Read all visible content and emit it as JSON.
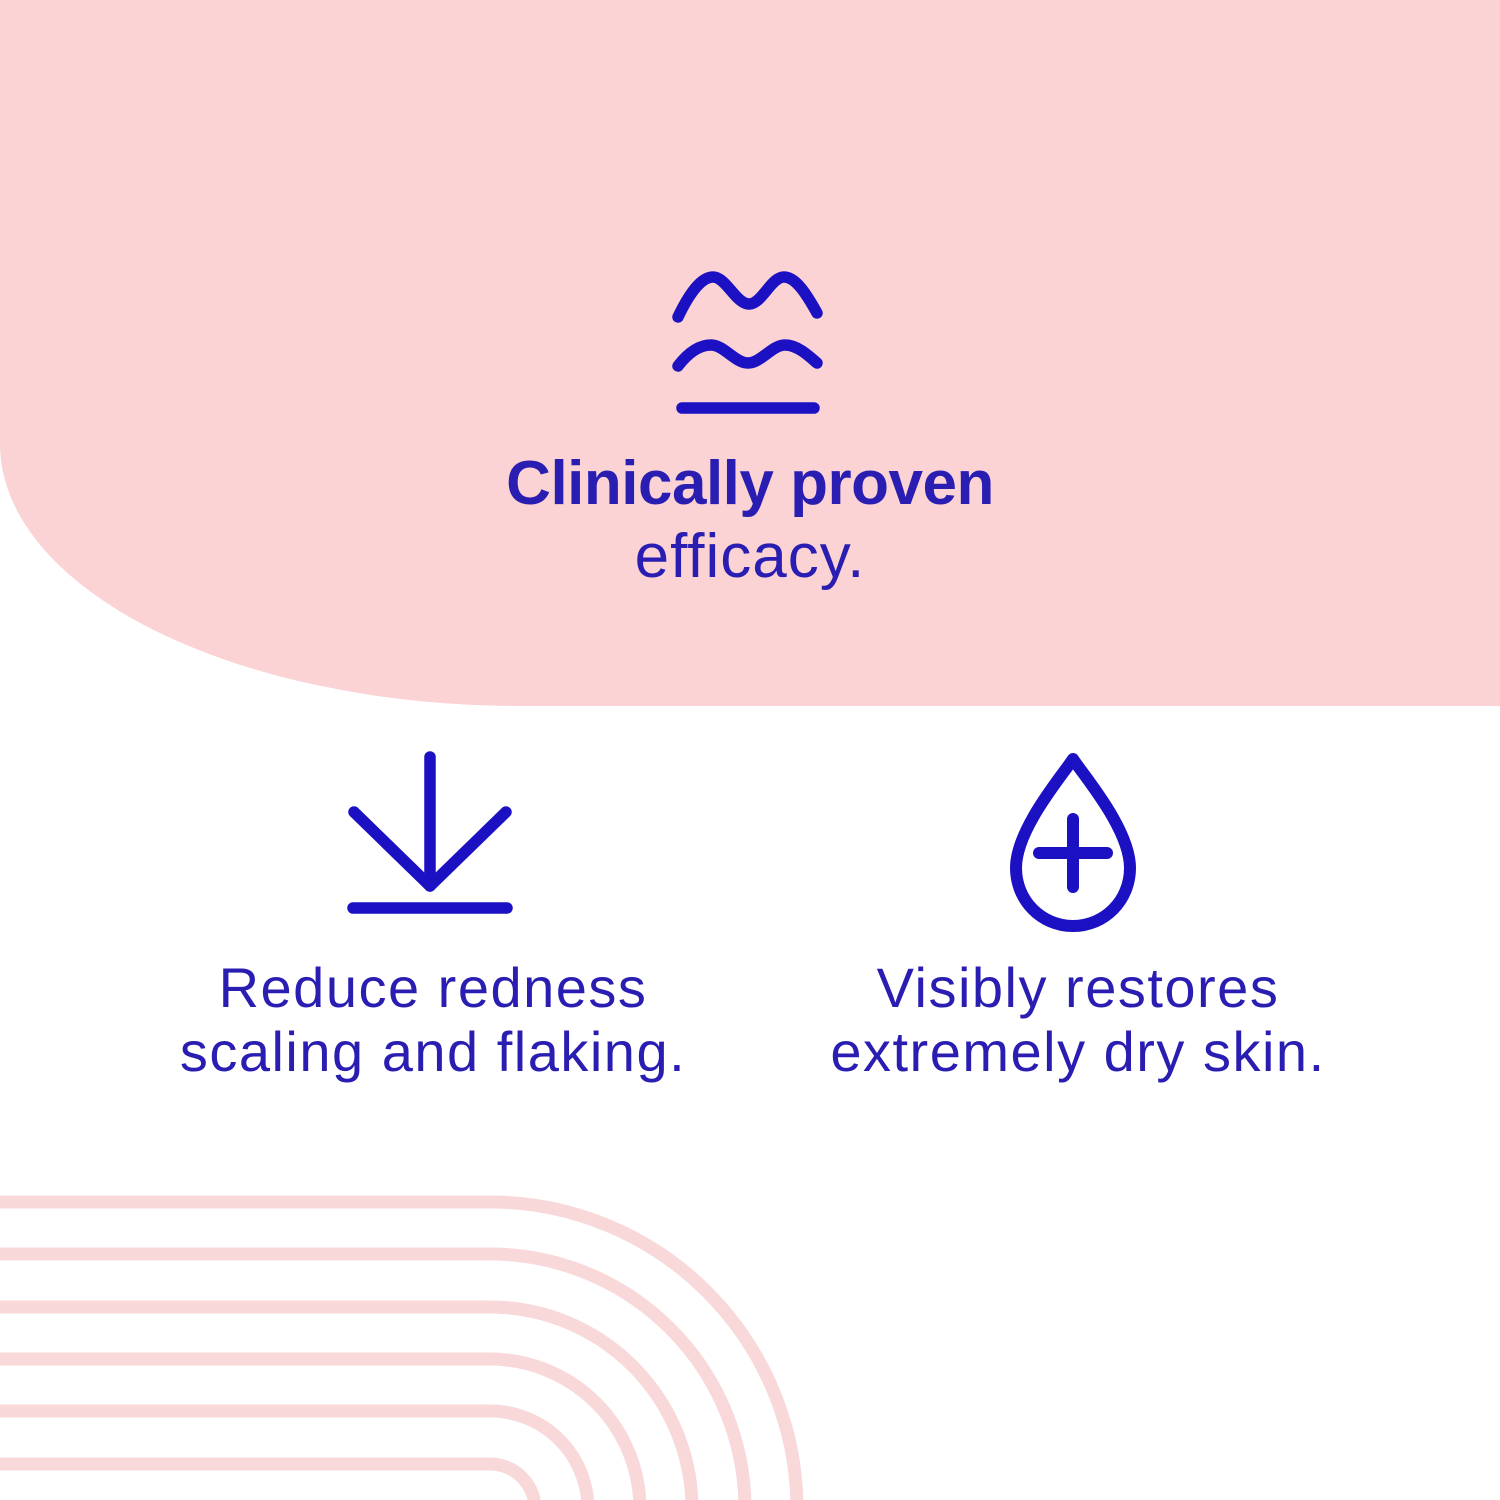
{
  "background": {
    "canvas_color": "#FFFFFF",
    "blob_color": "#FBD3D4",
    "stripe_color": "#F9D8DA"
  },
  "colors": {
    "text_blue": "#2A1DB2",
    "icon_blue": "#1C11C2"
  },
  "hero": {
    "icon": "waves-icon",
    "title_bold": "Clinically proven",
    "title_regular": "efficacy."
  },
  "features": [
    {
      "icon": "arrow-down-to-line-icon",
      "lines": [
        "Reduce redness",
        "scaling and flaking."
      ]
    },
    {
      "icon": "droplet-plus-icon",
      "lines": [
        "Visibly restores",
        "extremely dry skin."
      ]
    }
  ]
}
